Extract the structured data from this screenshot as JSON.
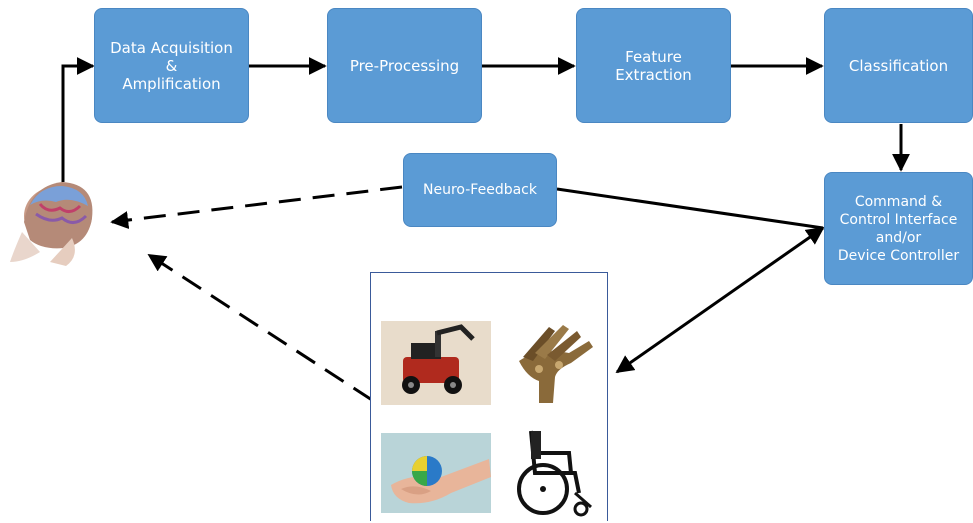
{
  "blocks": {
    "data_acquisition": "Data Acquisition\n&\nAmplification",
    "pre_processing": "Pre-Processing",
    "feature_extraction": "Feature\nExtraction",
    "classification": "Classification",
    "command_control": "Command &\nControl Interface\nand/or\nDevice Controller",
    "neuro_feedback": "Neuro-Feedback"
  },
  "icons": {
    "head": "brain-head-icon",
    "robot": "mobile-robot-icon",
    "hand": "robotic-hand-icon",
    "ball": "stress-ball-icon",
    "wheelchair": "wheelchair-icon"
  },
  "colors": {
    "block_fill": "#5b9bd5",
    "arrow": "#000000"
  }
}
